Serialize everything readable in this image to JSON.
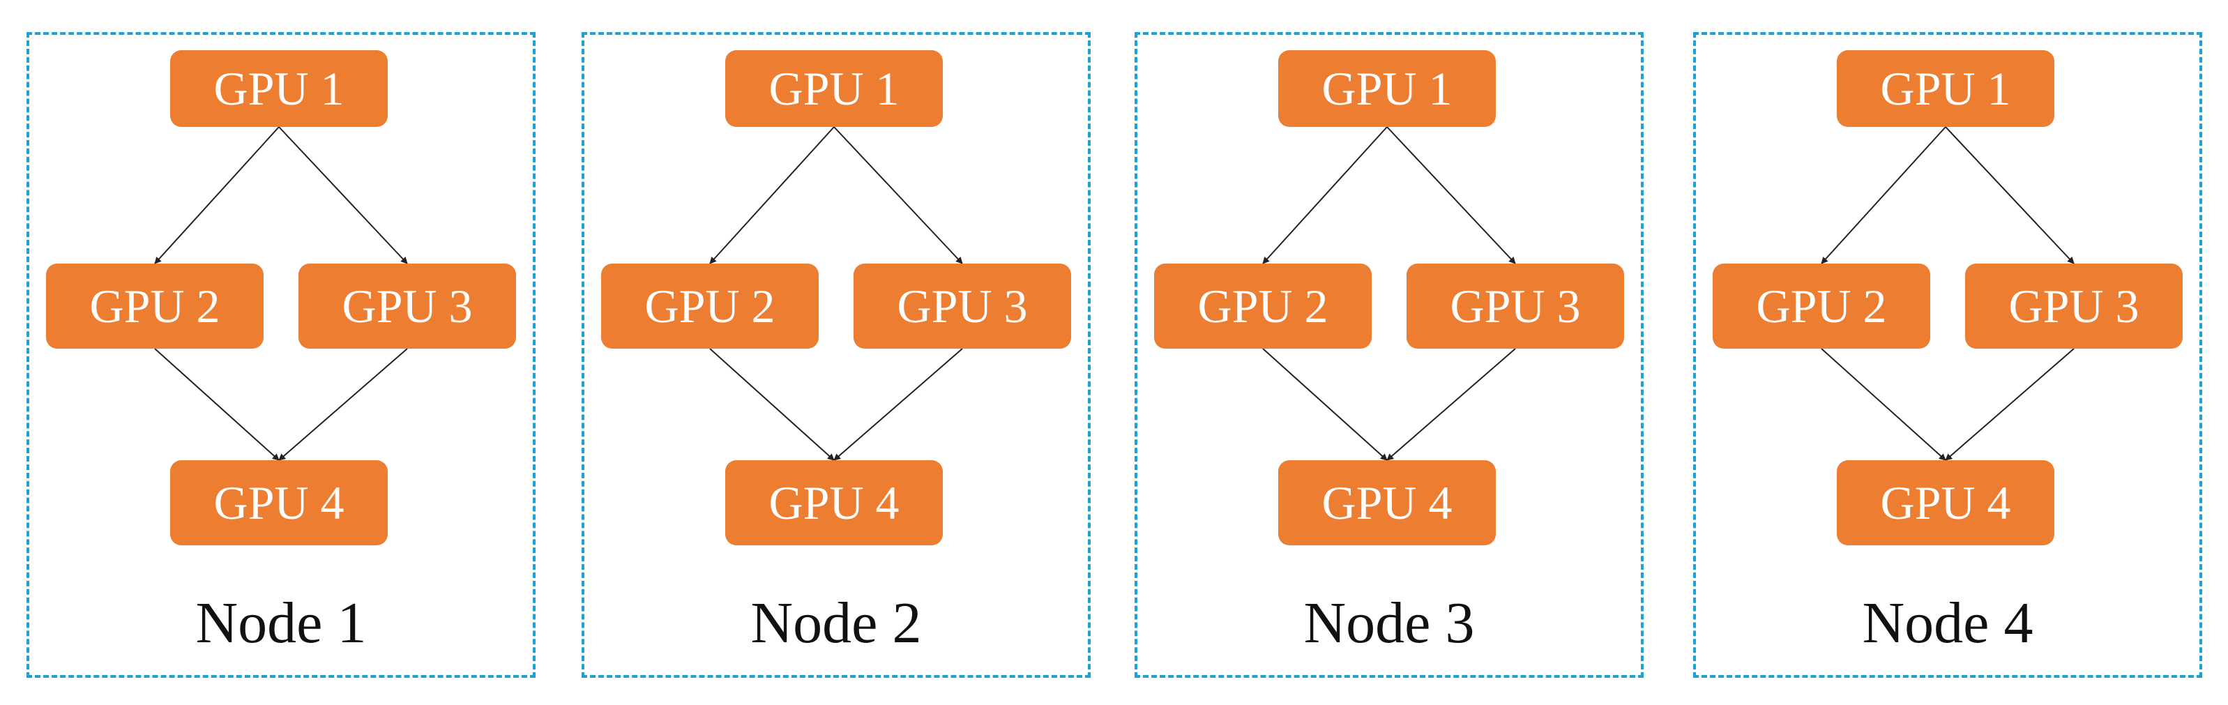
{
  "colors": {
    "gpu_fill": "#ED7D31",
    "gpu_text": "#FFFFFF",
    "node_border": "#1FA2D3",
    "edge": "#222222"
  },
  "nodes": [
    {
      "label": "Node 1",
      "gpus": [
        "GPU 1",
        "GPU 2",
        "GPU 3",
        "GPU 4"
      ]
    },
    {
      "label": "Node 2",
      "gpus": [
        "GPU 1",
        "GPU 2",
        "GPU 3",
        "GPU 4"
      ]
    },
    {
      "label": "Node 3",
      "gpus": [
        "GPU 1",
        "GPU 2",
        "GPU 3",
        "GPU 4"
      ]
    },
    {
      "label": "Node 4",
      "gpus": [
        "GPU 1",
        "GPU 2",
        "GPU 3",
        "GPU 4"
      ]
    }
  ],
  "edges": [
    {
      "from": "GPU 1",
      "to": "GPU 2"
    },
    {
      "from": "GPU 1",
      "to": "GPU 3"
    },
    {
      "from": "GPU 2",
      "to": "GPU 4"
    },
    {
      "from": "GPU 3",
      "to": "GPU 4"
    }
  ]
}
